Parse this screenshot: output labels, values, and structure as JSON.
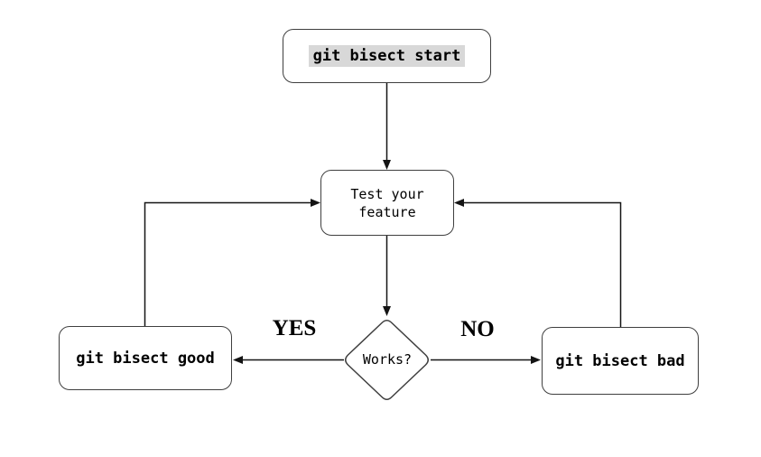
{
  "colors": {
    "background": "#ffffff",
    "node_fill": "#ffffff",
    "node_border": "#3f3f3f",
    "line": "#141414",
    "text": "#000000",
    "code_highlight": "#d8d8d8"
  },
  "nodes": {
    "start": {
      "type": "rounded-box",
      "label": "git bisect start",
      "highlighted": true
    },
    "test": {
      "type": "rounded-box",
      "label": "Test your\nfeature"
    },
    "works": {
      "type": "decision-diamond",
      "label": "Works?"
    },
    "good": {
      "type": "rounded-box",
      "label": "git bisect good"
    },
    "bad": {
      "type": "rounded-box",
      "label": "git bisect bad"
    }
  },
  "edges": {
    "yes": {
      "from": "works",
      "to": "good",
      "label": "YES"
    },
    "no": {
      "from": "works",
      "to": "bad",
      "label": "NO"
    },
    "flow": [
      {
        "from": "start",
        "to": "test"
      },
      {
        "from": "test",
        "to": "works"
      },
      {
        "from": "good",
        "to": "test"
      },
      {
        "from": "bad",
        "to": "test"
      }
    ]
  }
}
